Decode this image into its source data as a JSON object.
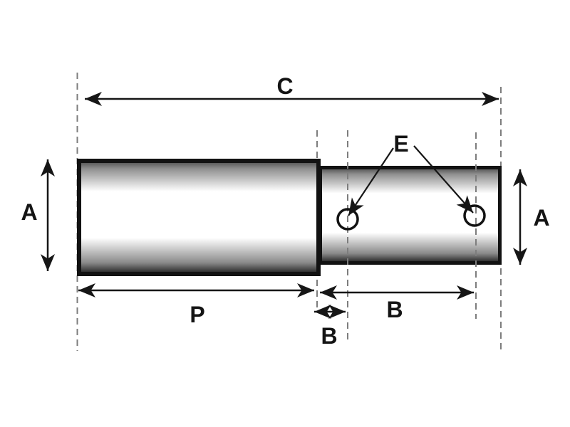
{
  "diagram": {
    "type": "engineering-dimension-drawing",
    "subject": "stepped cylindrical shaft, two diameters, with two cross holes",
    "labels": {
      "overall_length": "C",
      "diameter_left": "A",
      "diameter_right": "A",
      "body_length": "P",
      "hole_offset": "B",
      "hole_spacing": "B",
      "hole_callout": "E"
    },
    "colors": {
      "line": "#161616",
      "centerline_dashed": "#7d7d7d",
      "background": "#ffffff",
      "shading_dark": "#1c1c1c",
      "shading_light": "#ffffff"
    }
  }
}
